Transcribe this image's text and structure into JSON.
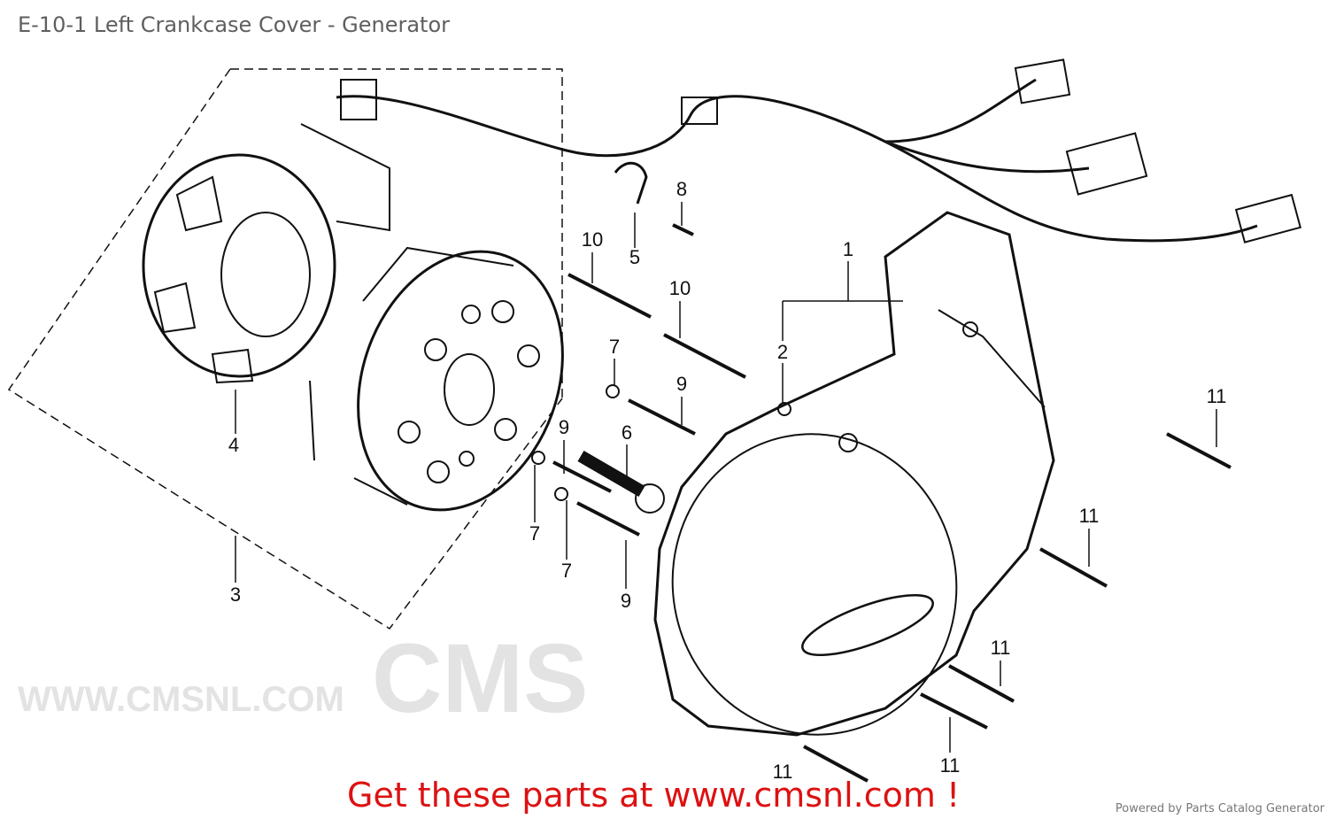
{
  "header": {
    "title": "E-10-1 Left Crankcase Cover - Generator"
  },
  "watermark": {
    "logo": "CMS",
    "url": "WWW.CMSNL.COM"
  },
  "callouts": [
    "1",
    "2",
    "3",
    "4",
    "5",
    "6",
    "7",
    "7",
    "7",
    "8",
    "9",
    "9",
    "9",
    "10",
    "10",
    "11",
    "11",
    "11",
    "11",
    "11"
  ],
  "footer": {
    "cta": "Get these parts at www.cmsnl.com !",
    "powered_by": "Powered by Parts Catalog Generator"
  },
  "colors": {
    "cta": "#dd1111",
    "title": "#5f5f5f"
  }
}
